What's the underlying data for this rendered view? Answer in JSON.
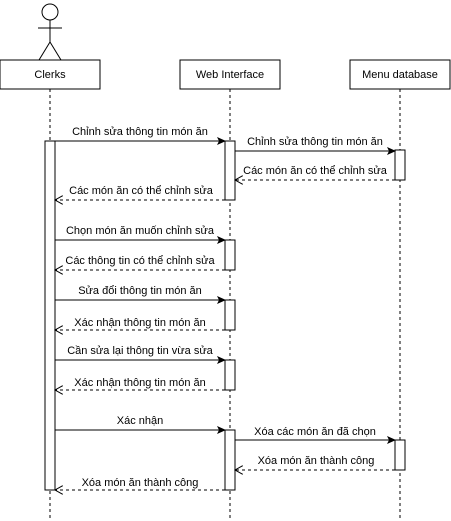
{
  "participants": [
    {
      "id": "clerks",
      "label": "Clerks",
      "is_actor": true
    },
    {
      "id": "web",
      "label": "Web Interface",
      "is_actor": false
    },
    {
      "id": "db",
      "label": "Menu database",
      "is_actor": false
    }
  ],
  "messages": [
    {
      "from": "clerks",
      "to": "web",
      "label": "Chỉnh sửa thông tin món ăn",
      "kind": "sync"
    },
    {
      "from": "web",
      "to": "db",
      "label": "Chỉnh sửa thông tin món ăn",
      "kind": "sync"
    },
    {
      "from": "db",
      "to": "web",
      "label": "Các món ăn có thể chỉnh sửa",
      "kind": "return"
    },
    {
      "from": "web",
      "to": "clerks",
      "label": "Các món ăn có thể chỉnh sửa",
      "kind": "return"
    },
    {
      "from": "clerks",
      "to": "web",
      "label": "Chọn món ăn muốn chỉnh sửa",
      "kind": "sync"
    },
    {
      "from": "web",
      "to": "clerks",
      "label": "Các thông tin có thể chỉnh sửa",
      "kind": "return"
    },
    {
      "from": "clerks",
      "to": "web",
      "label": "Sửa đổi thông tin món ăn",
      "kind": "sync"
    },
    {
      "from": "web",
      "to": "clerks",
      "label": "Xác nhận thông tin món ăn",
      "kind": "return"
    },
    {
      "from": "clerks",
      "to": "web",
      "label": "Cần sửa lại thông tin vừa sửa",
      "kind": "sync"
    },
    {
      "from": "web",
      "to": "clerks",
      "label": "Xác nhận thông tin món ăn",
      "kind": "return"
    },
    {
      "from": "clerks",
      "to": "web",
      "label": "Xác nhận",
      "kind": "sync"
    },
    {
      "from": "web",
      "to": "db",
      "label": "Xóa các món ăn đã chọn",
      "kind": "sync"
    },
    {
      "from": "db",
      "to": "web",
      "label": "Xóa món ăn thành công",
      "kind": "return"
    },
    {
      "from": "web",
      "to": "clerks",
      "label": "Xóa món ăn thành công",
      "kind": "return"
    }
  ],
  "colors": {
    "stroke": "#000000",
    "background": "#ffffff"
  }
}
